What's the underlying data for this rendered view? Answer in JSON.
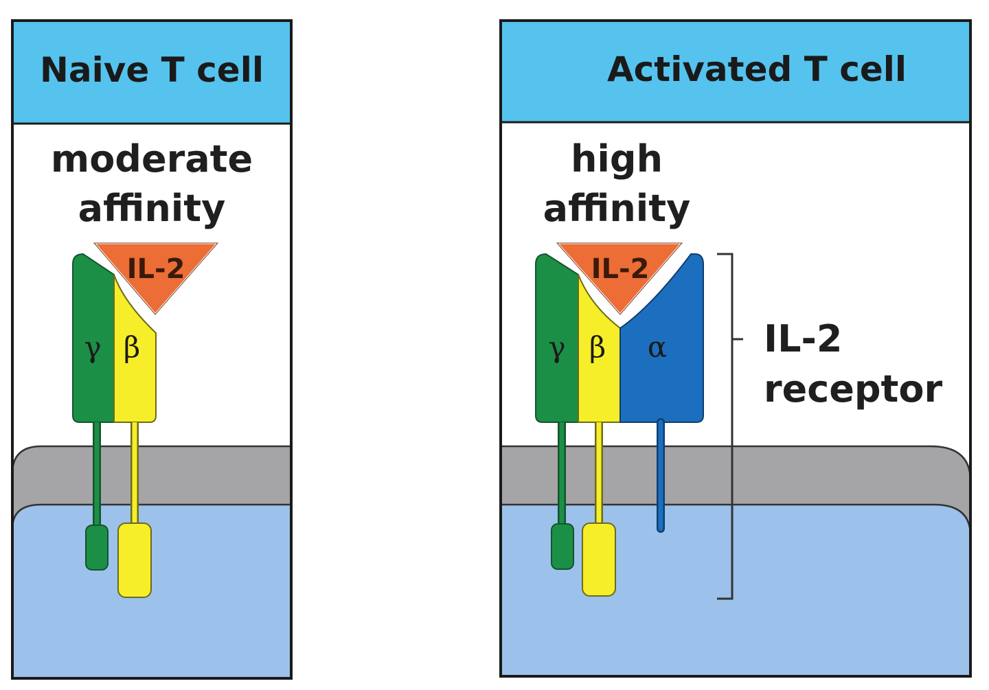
{
  "panels": {
    "naive": {
      "title": "Naive T cell",
      "affinity_line1": "moderate",
      "affinity_line2": "affinity",
      "ligand": "IL-2",
      "gamma": "γ",
      "beta": "β"
    },
    "activated": {
      "title": "Activated T cell",
      "affinity_line1": "high",
      "affinity_line2": "affinity",
      "ligand": "IL-2",
      "gamma": "γ",
      "beta": "β",
      "alpha": "α",
      "receptor_line1": "IL-2",
      "receptor_line2": "receptor"
    }
  },
  "colors": {
    "header": "#55c3ee",
    "cytoplasm": "#9cc1ea",
    "membrane": "#a5a5a7",
    "gamma": "#1c8f46",
    "beta": "#f7ee2a",
    "alpha": "#1c6fbe",
    "il2": "#ec6d36",
    "border": "#1a1a1a"
  }
}
